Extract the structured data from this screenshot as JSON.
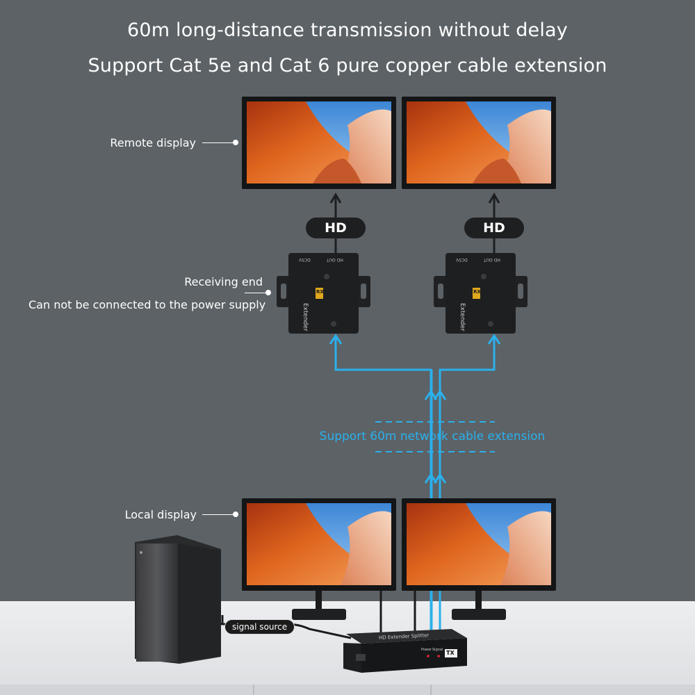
{
  "headline": {
    "line1": "60m long-distance transmission without delay",
    "line2": "Support Cat 5e and Cat 6 pure copper cable extension"
  },
  "labels": {
    "remote_display": "Remote display",
    "receiving_end": "Receiving end",
    "power_note": "Can not be connected to the power supply",
    "cable_extension": "Support 60m network cable extension",
    "local_display": "Local display",
    "signal_source": "signal source"
  },
  "badges": {
    "hd_left": "HD",
    "hd_right": "HD"
  },
  "receiver_device": {
    "name": "Extender",
    "tag": "RX",
    "port_out": "HD OUT",
    "port_power": "DC5V"
  },
  "sender_device": {
    "name": "HD Extender Splitter",
    "tag": "TX",
    "indicator_power": "Power",
    "indicator_signal": "Signal"
  },
  "colors": {
    "background": "#5c6266",
    "cable_blue": "#2bb0ec",
    "desk": "#e6e7e9"
  }
}
